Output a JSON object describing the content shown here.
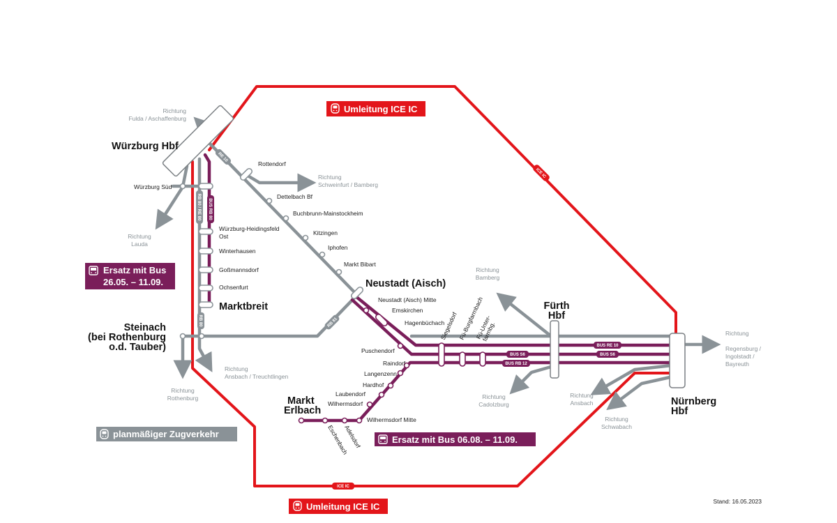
{
  "colors": {
    "detour_red": "#e3151a",
    "regular_gray": "#8a9297",
    "bus_purple": "#7a1e5a",
    "text_dark": "#111111"
  },
  "icons": {
    "train": "train-icon",
    "bus": "bus-icon"
  },
  "badges": {
    "detour_top": "Umleitung ICE IC",
    "detour_bottom": "Umleitung ICE IC",
    "bus_replacement_1_line1": "Ersatz mit Bus",
    "bus_replacement_1_line2": "26.05. – 11.09.",
    "bus_replacement_2": "Ersatz mit Bus 06.08. – 11.09.",
    "regular_service": "planmäßiger Zugverkehr"
  },
  "cities": {
    "wuerzburg": "Würzburg Hbf",
    "neustadt": "Neustadt (Aisch)",
    "marktbreit": "Marktbreit",
    "steinach_1": "Steinach",
    "steinach_2": "(bei Rothenburg",
    "steinach_3": "o.d. Tauber)",
    "fuerth_1": "Fürth",
    "fuerth_2": "Hbf",
    "nuernberg_1": "Nürnberg",
    "nuernberg_2": "Hbf",
    "markt_erlbach_1": "Markt",
    "markt_erlbach_2": "Erlbach"
  },
  "stations": {
    "wuerzburg_sued": "Würzburg Süd",
    "rottendorf": "Rottendorf",
    "dettelbach": "Dettelbach Bf",
    "buchbrunn": "Buchbrunn-Mainstockheim",
    "kitzingen": "Kitzingen",
    "iphofen": "Iphofen",
    "markt_bibart": "Markt Bibart",
    "heidingsfeld_1": "Würzburg-Heidingsfeld",
    "heidingsfeld_2": "Ost",
    "winterhausen": "Winterhausen",
    "gossmannsdorf": "Goßmannsdorf",
    "ochsenfurt": "Ochsenfurt",
    "neustadt_mitte": "Neustadt (Aisch) Mitte",
    "emskirchen": "Emskirchen",
    "hagenbuechach": "Hagenbüchach",
    "puschendorf": "Puschendorf",
    "siegelsdorf": "Siegelsdorf",
    "burgfarrnbach": "Fü-Burgfarrnbach",
    "unterfarrnbach_1": "Fü-Unter-",
    "unterfarrnbach_2": "farrnbg.",
    "raindorf": "Raindorf",
    "langenzenn": "Langenzenn",
    "hardhof": "Hardhof",
    "laubendorf": "Laubendorf",
    "wilhermsdorf": "Wilhermsdorf",
    "wilhermsdorf_mitte": "Wilhermsdorf Mitte",
    "eschenbach": "Eschenbach",
    "adelsdorf": "Adelsdorf"
  },
  "directions": {
    "fulda_1": "Richtung",
    "fulda_2": "Fulda / Aschaffenburg",
    "schweinfurt_1": "Richtung",
    "schweinfurt_2": "Schweinfurt / Bamberg",
    "lauda_1": "Richtung",
    "lauda_2": "Lauda",
    "bamberg_1": "Richtung",
    "bamberg_2": "Bamberg",
    "regensburg_1": "Richtung",
    "regensburg_2": "Regensburg /",
    "regensburg_3": "Ingolstadt /",
    "regensburg_4": "Bayreuth",
    "ansbach_treuchtlingen_1": "Richtung",
    "ansbach_treuchtlingen_2": "Ansbach / Treuchtlingen",
    "rothenburg_1": "Richtung",
    "rothenburg_2": "Rothenburg",
    "cadolzburg_1": "Richtung",
    "cadolzburg_2": "Cadolzburg",
    "ansbach_1": "Richtung",
    "ansbach_2": "Ansbach",
    "schwabach_1": "Richtung",
    "schwabach_2": "Schwabach"
  },
  "line_tags": {
    "re10": "RE 10",
    "rb80_re80": "RB 80 / RE 80",
    "bus_rb80": "BUS RB 80",
    "rb80": "RB 80",
    "rb81": "RB 81",
    "ice_ic_right": "ICE IC",
    "ice_ic_bottom": "ICE IC",
    "bus_re10": "BUS RE 10",
    "bus_s6_a": "BUS S6",
    "bus_s6_b": "BUS S6",
    "bus_rb12": "BUS RB 12"
  },
  "stand": "Stand: 16.05.2023"
}
